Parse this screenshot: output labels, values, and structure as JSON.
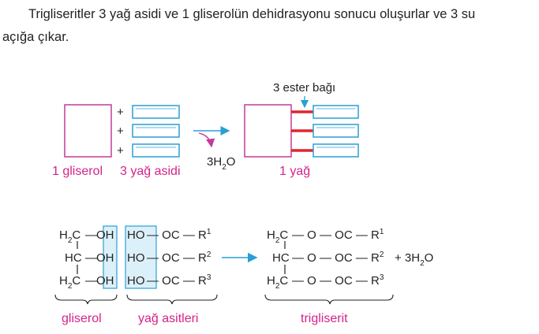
{
  "intro": {
    "line1": "Trigliseritler 3 yağ asidi ve 1 gliserolün dehidrasyonu sonucu oluşurlar ve 3 su",
    "line2": "açığa çıkar."
  },
  "top_scheme": {
    "plus": "+",
    "label_glycerol": "1 gliserol",
    "label_fatty_acids": "3 yağ asidi",
    "water_main": "3H",
    "water_sub": "2",
    "water_tail": "O",
    "ester_bond_label": "3 ester bağı",
    "label_fat": "1 yağ"
  },
  "bottom_scheme": {
    "h2c": "H",
    "sub2": "2",
    "c": "C",
    "hc": "HC",
    "dash": "—",
    "oh": "OH",
    "ho": "HO",
    "oc_r": "— OC — R",
    "r1": "1",
    "r2": "2",
    "r3": "3",
    "o_oc_r": "— O — OC — R",
    "plus_water_main": "+ 3H",
    "plus_water_sub": "2",
    "plus_water_tail": "O",
    "label_glycerol": "gliserol",
    "label_fatty_acids": "yağ asitleri",
    "label_triglyceride": "trigliserit"
  },
  "colors": {
    "glycerol_box": "#c23a9a",
    "fatty_acid_box": "#2a9fd6",
    "ester_bond": "#e0262e",
    "label": "#d4238a",
    "arrow": "#2a9fd6",
    "water_arrow": "#c23a9a",
    "highlight_fill": "#dcf0f9"
  }
}
